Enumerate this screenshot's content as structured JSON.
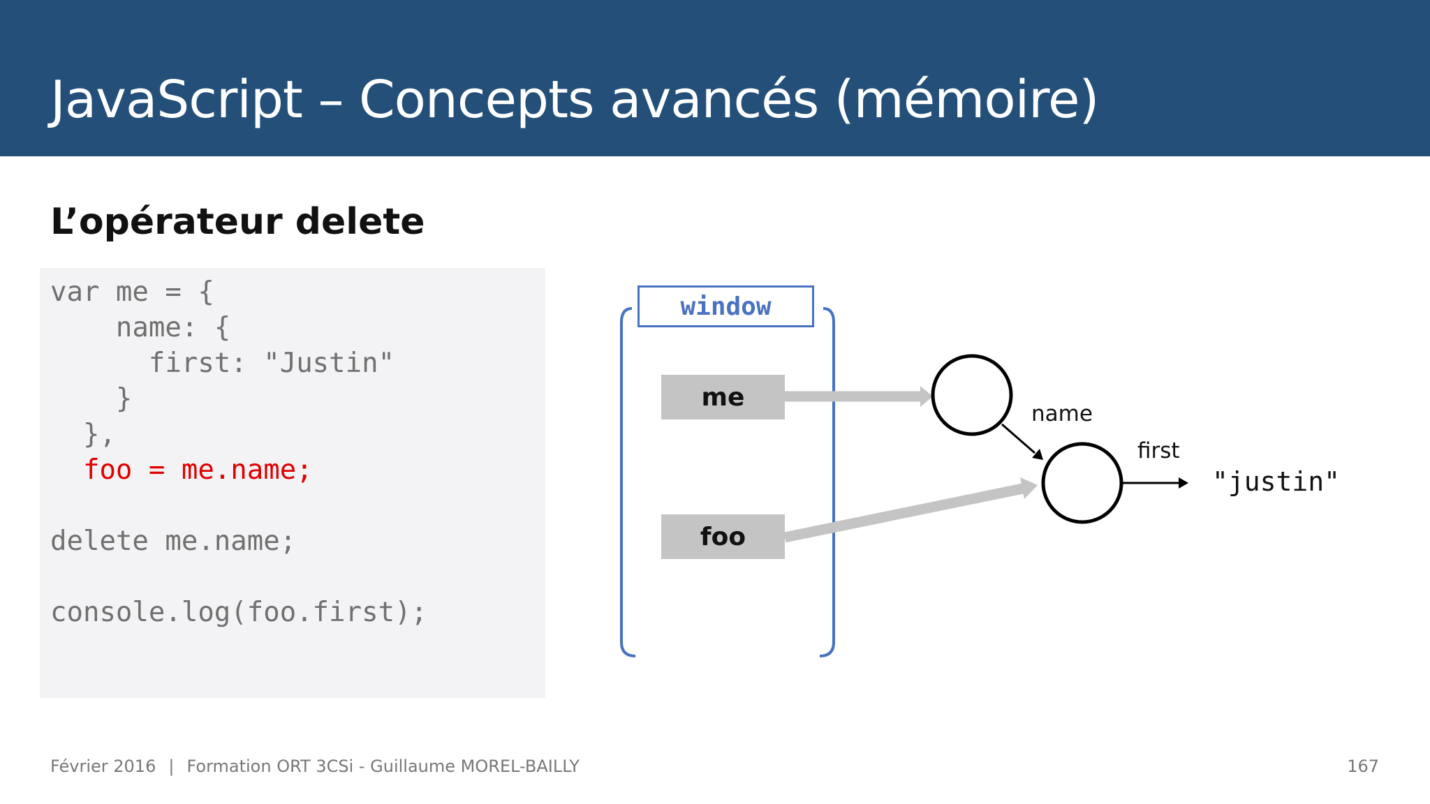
{
  "slide": {
    "title": "JavaScript – Concepts avancés (mémoire)",
    "subtitle": "L’opérateur delete"
  },
  "code": {
    "lines": [
      "var me = {",
      "    name: {",
      "      first: \"Justin\"",
      "    }",
      "  },",
      "  foo = me.name;",
      "",
      "delete me.name;",
      "",
      "console.log(foo.first);"
    ],
    "highlight_color": "#e00000"
  },
  "diagram": {
    "scope_label": "window",
    "variables": [
      "me",
      "foo"
    ],
    "edge_name": "name",
    "edge_first": "first",
    "value": "\"justin\""
  },
  "footer": {
    "date": "Février 2016",
    "separator": "|",
    "credit": "Formation ORT 3CSi - Guillaume MOREL-BAILLY",
    "page_number": "167"
  },
  "colors": {
    "header": "#234f79",
    "scope_border": "#4672c0",
    "reference_arrow": "#c4c4c4"
  }
}
